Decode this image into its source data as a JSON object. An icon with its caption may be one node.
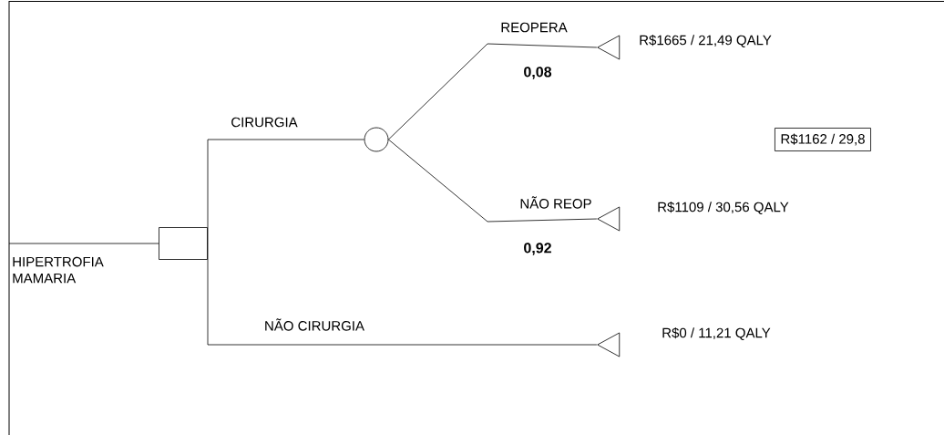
{
  "diagram": {
    "nodes": [
      {
        "text": [],
        "shape": "box"
      },
      {
        "text": [],
        "shape": "circle"
      },
      {
        "text": [],
        "shape": "triangle",
        "beside": [
          "R$1665  / 21,49 QALY"
        ]
      },
      {
        "text": [],
        "shape": "triangle",
        "beside": [
          "R$1109  / 30,56 QALY"
        ]
      },
      {
        "text": [],
        "shape": "triangle",
        "beside": [
          "R$0  / 11,21 QALY"
        ]
      },
      {
        "text": [
          "R$1162 / 29,8"
        ]
      }
    ],
    "edges": [
      {
        "from": null,
        "to": 0,
        "arrow": "none"
      },
      {
        "from": 0,
        "to": 1,
        "arrow": "none",
        "label": "CIRURGIA"
      },
      {
        "from": 1,
        "to": 2,
        "arrow": "none",
        "label": "REOPERA"
      },
      {
        "from": 1,
        "to": 3,
        "arrow": "none",
        "label": "NÃO REOP"
      },
      {
        "from": 0,
        "to": 4,
        "arrow": "none",
        "label": "NÃO CIRURGIA"
      }
    ],
    "labels": [
      "HIPERTROFIA MAMARIA",
      "0,08",
      "0,92"
    ]
  }
}
